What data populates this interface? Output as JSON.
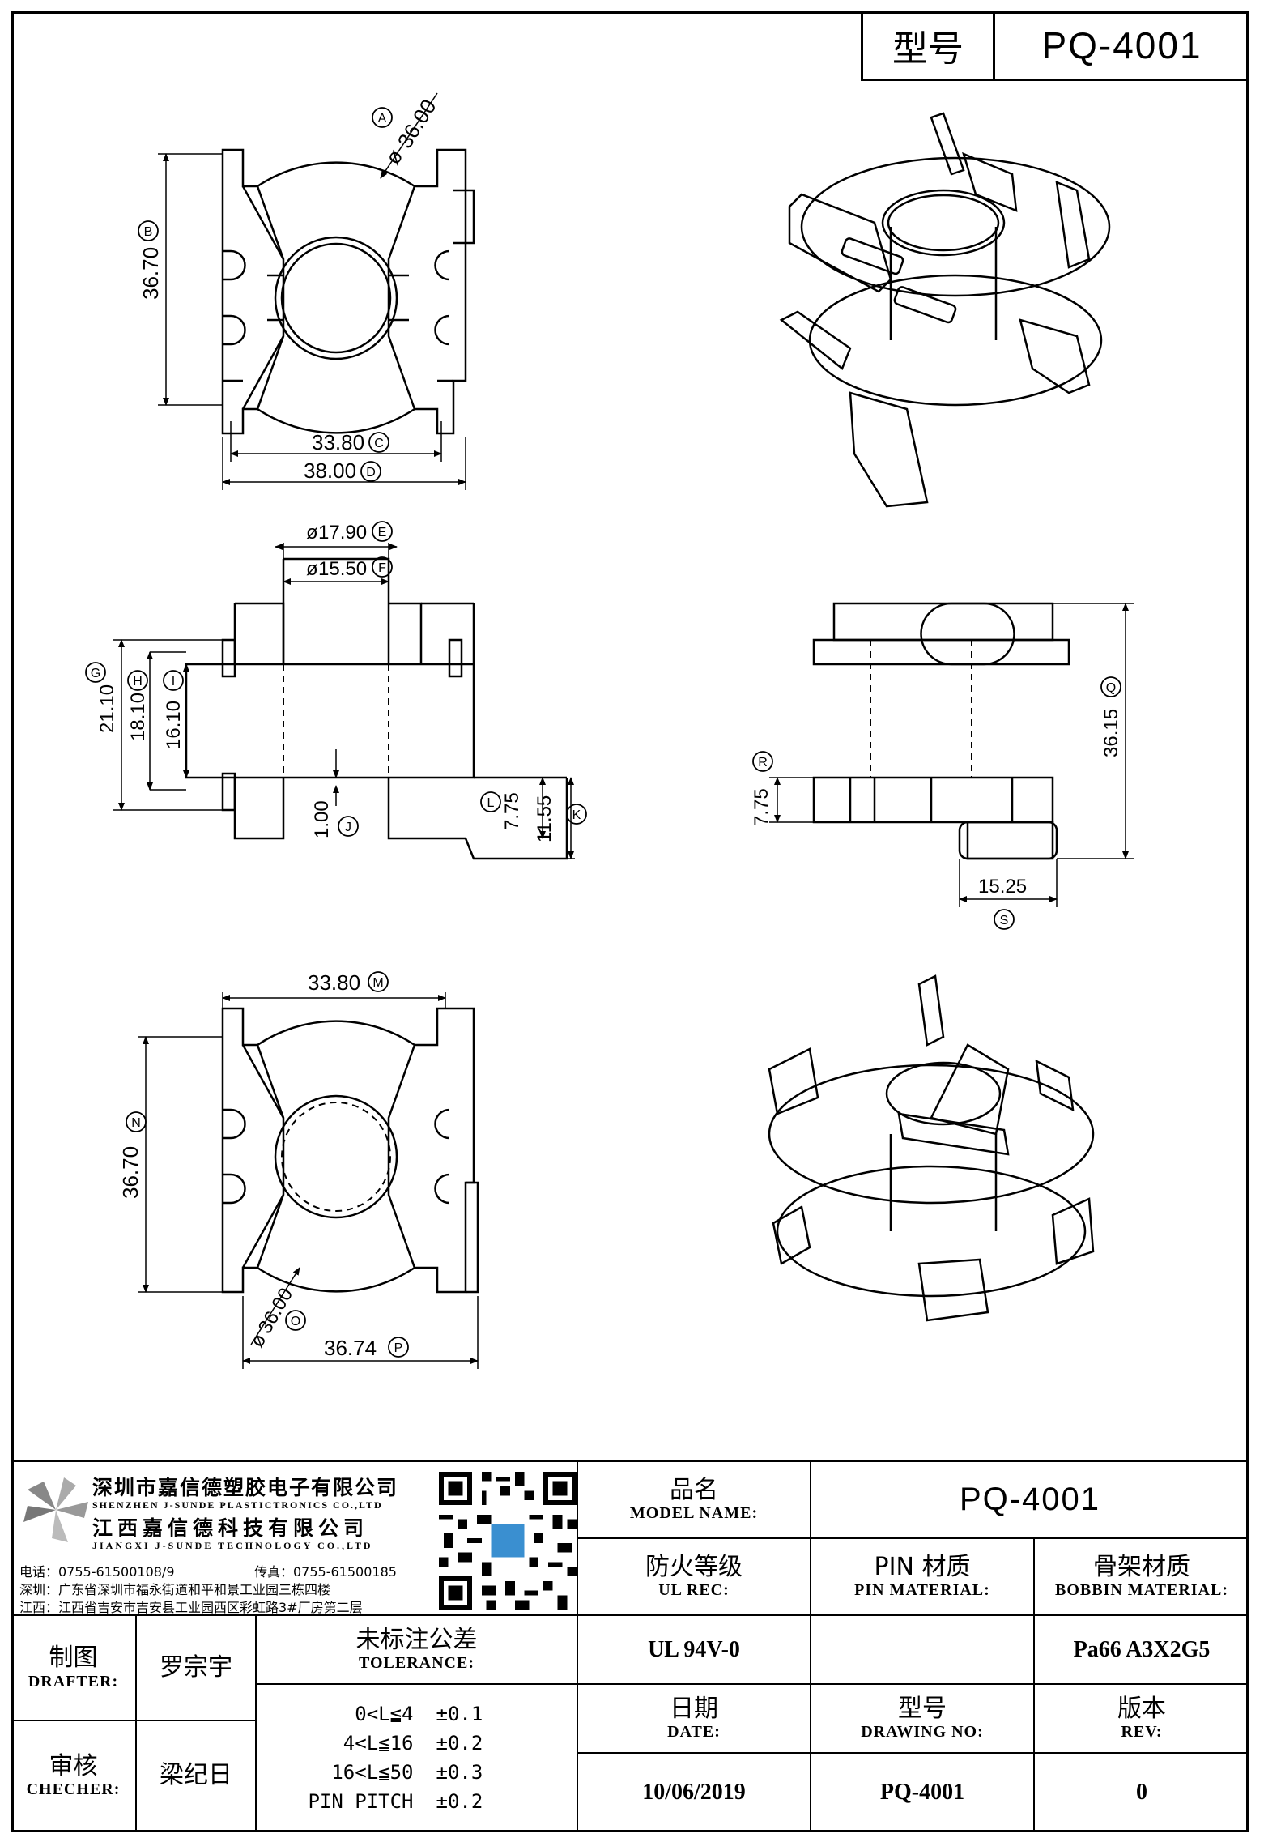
{
  "header": {
    "type_label": "型号",
    "type_value": "PQ-4001"
  },
  "dimensions": {
    "A": "36.00",
    "B": "36.70",
    "C": "33.80",
    "D": "38.00",
    "E": "17.90",
    "F": "15.50",
    "G": "21.10",
    "H": "18.10",
    "I": "16.10",
    "J": "1.00",
    "K": "11.55",
    "L": "7.75",
    "M": "33.80",
    "N": "36.70",
    "O": "36.00",
    "P": "36.74",
    "Q": "36.15",
    "R": "7.75",
    "S": "15.25"
  },
  "dimension_letters": {
    "A": "A",
    "B": "B",
    "C": "C",
    "D": "D",
    "E": "E",
    "F": "F",
    "G": "G",
    "H": "H",
    "I": "I",
    "J": "J",
    "K": "K",
    "L": "L",
    "M": "M",
    "N": "N",
    "O": "O",
    "P": "P",
    "Q": "Q",
    "R": "R",
    "S": "S"
  },
  "diameter_symbol": "ø",
  "company": {
    "name_cn_1": "深圳市嘉信德塑胶电子有限公司",
    "name_en_1": "SHENZHEN J-SUNDE PLASTICTRONICS CO.,LTD",
    "name_cn_2": "江西嘉信德科技有限公司",
    "name_en_2": "JIANGXI J-SUNDE TECHNOLOGY CO.,LTD",
    "phone": "电话：0755-61500108/9",
    "fax": "传真：0755-61500185",
    "addr_sz": "深圳：广东省深圳市福永街道和平和景工业园三栋四楼",
    "addr_jx": "江西：江西省吉安市吉安县工业园西区彩虹路3#厂房第二层"
  },
  "title_block": {
    "model_name_cn": "品名",
    "model_name_en": "MODEL NAME:",
    "model_name_value": "PQ-4001",
    "ul_cn": "防火等级",
    "ul_en": "UL REC:",
    "ul_value": "UL 94V-0",
    "pin_cn": "PIN 材质",
    "pin_en": "PIN MATERIAL:",
    "pin_value": "",
    "bobbin_cn": "骨架材质",
    "bobbin_en": "BOBBIN MATERIAL:",
    "bobbin_value": "Pa66 A3X2G5",
    "drafter_cn": "制图",
    "drafter_en": "DRAFTER:",
    "drafter_value": "罗宗宇",
    "checker_cn": "审核",
    "checker_en": "CHECHER:",
    "checker_value": "梁纪日",
    "tolerance_cn": "未标注公差",
    "tolerance_en": "TOLERANCE:",
    "tolerances": [
      {
        "range": "0<L≦4",
        "tol": "±0.1"
      },
      {
        "range": "4<L≦16",
        "tol": "±0.2"
      },
      {
        "range": "16<L≦50",
        "tol": "±0.3"
      },
      {
        "range": "PIN PITCH",
        "tol": "±0.2"
      }
    ],
    "date_cn": "日期",
    "date_en": "DATE:",
    "date_value": "10/06/2019",
    "drawing_cn": "型号",
    "drawing_en": "DRAWING NO:",
    "drawing_value": "PQ-4001",
    "rev_cn": "版本",
    "rev_en": "REV:",
    "rev_value": "0"
  }
}
